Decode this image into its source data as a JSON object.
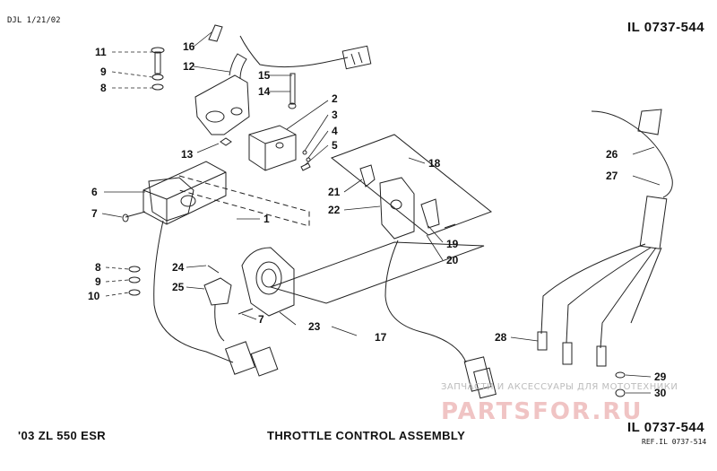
{
  "header": {
    "date_code": "DJL 1/21/02",
    "doc_id_top": "IL 0737-544"
  },
  "footer": {
    "model": "'03 ZL 550 ESR",
    "title": "THROTTLE CONTROL ASSEMBLY",
    "doc_id_bottom": "IL 0737-544",
    "ref": "REF.IL 0737-514"
  },
  "watermark": {
    "line1": "ЗАПЧАСТИ И АКСЕССУАРЫ ДЛЯ МОТОТЕХНИКИ",
    "line2": "PARTSFOR.RU"
  },
  "callouts": [
    {
      "label": "11"
    },
    {
      "label": "9"
    },
    {
      "label": "8"
    },
    {
      "label": "16"
    },
    {
      "label": "12"
    },
    {
      "label": "15"
    },
    {
      "label": "14"
    },
    {
      "label": "2"
    },
    {
      "label": "3"
    },
    {
      "label": "4"
    },
    {
      "label": "5"
    },
    {
      "label": "13"
    },
    {
      "label": "6"
    },
    {
      "label": "7"
    },
    {
      "label": "1"
    },
    {
      "label": "18"
    },
    {
      "label": "21"
    },
    {
      "label": "22"
    },
    {
      "label": "19"
    },
    {
      "label": "20"
    },
    {
      "label": "8"
    },
    {
      "label": "9"
    },
    {
      "label": "10"
    },
    {
      "label": "24"
    },
    {
      "label": "25"
    },
    {
      "label": "7"
    },
    {
      "label": "23"
    },
    {
      "label": "17"
    },
    {
      "label": "26"
    },
    {
      "label": "27"
    },
    {
      "label": "28"
    },
    {
      "label": "29"
    },
    {
      "label": "30"
    }
  ]
}
